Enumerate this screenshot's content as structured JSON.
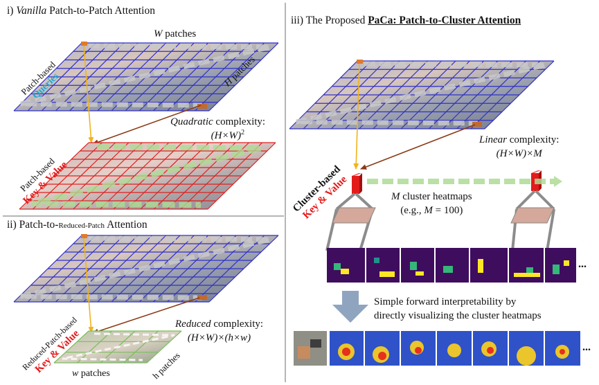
{
  "sections": {
    "s1_prefix": "i) ",
    "s1_italic": "Vanilla",
    "s1_rest": " Patch-to-Patch Attention",
    "s2_prefix": "ii) Patch-to-",
    "s2_small": "Reduced-Patch",
    "s2_rest": " Attention",
    "s3_prefix": "iii) The Proposed ",
    "s3_bold": "PaCa:  Patch-to-Cluster Attention"
  },
  "panel1": {
    "w_var": "W",
    "w_text": " patches",
    "h_var": "H",
    "h_text": " patches",
    "queries_line1": "Patch-based",
    "queries_line2": "Queries",
    "complexity_italic": "Quadratic",
    "complexity_rest": " complexity:",
    "complexity_formula": "(H×W)",
    "complexity_exp": "2",
    "kv_line1": "Patch-based",
    "kv_line2": "Key & Value"
  },
  "panel2": {
    "complexity_italic": "Reduced",
    "complexity_rest": " complexity:",
    "complexity_formula": "(H×W)×(h×w)",
    "kv_line1": "Reduced-Patch-based",
    "kv_line2": "Key & Value",
    "w_var": "w",
    "w_text": " patches",
    "h_text": "h patches"
  },
  "panel3": {
    "complexity_italic": "Linear",
    "complexity_rest": " complexity:",
    "complexity_formula": "(H×W)×M",
    "kv_line1": "Cluster-based",
    "kv_line2": "Key & Value",
    "heatmaps_var": "M",
    "heatmaps_text": " cluster heatmaps",
    "heatmaps_eg": "(e.g., ",
    "heatmaps_eg_var": "M",
    "heatmaps_eg_val": " = 100)",
    "ellipsis1": "...",
    "ellipsis2": "...",
    "interp_line1": "Simple forward interpretability by",
    "interp_line2": "directly visualizing the cluster heatmaps"
  },
  "colors": {
    "query_blue": "#1aa9d8",
    "kv_red": "#e31b1b",
    "grid_blue": "#3030c8",
    "grid_red": "#e02020",
    "arrow_green": "#9fd488",
    "line_orange": "#f2b21b",
    "line_brown": "#8a3a16",
    "viridis_bg": "#3f0d5e",
    "arrow_gray": "#8fa4bf"
  }
}
